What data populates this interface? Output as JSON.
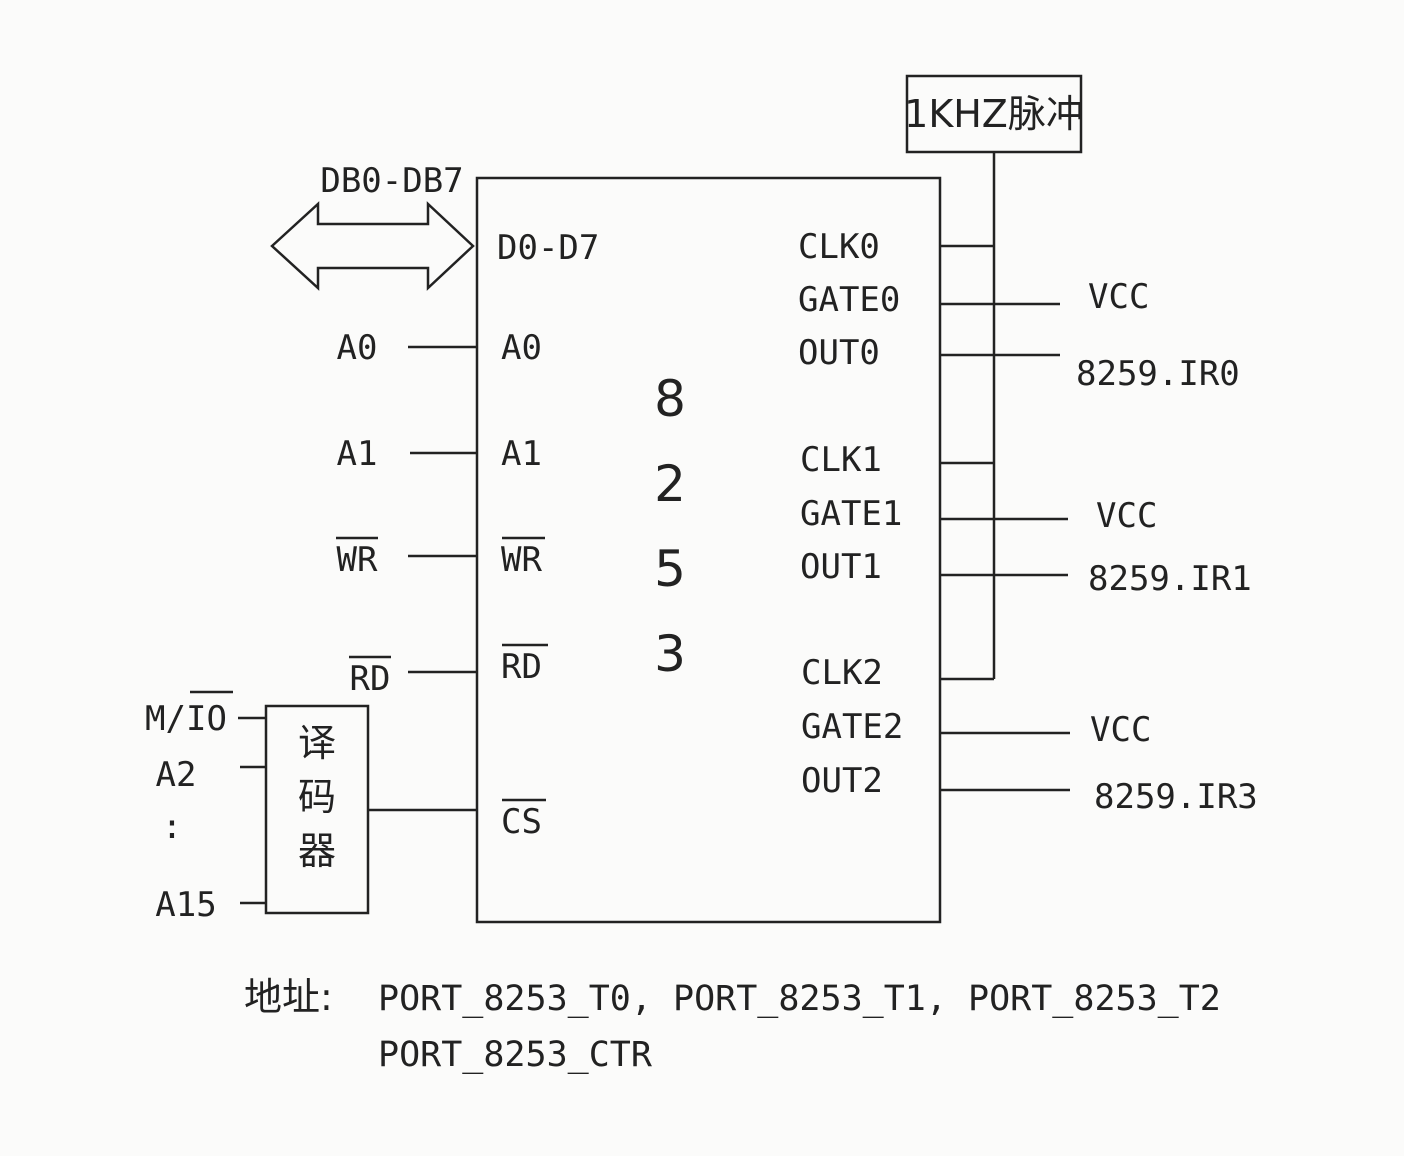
{
  "clock_source": "1KHZ脉冲",
  "data_bus": {
    "bus_label": "DB0-DB7",
    "pin_label": "D0-D7"
  },
  "chip": {
    "name_chars": [
      "8",
      "2",
      "5",
      "3"
    ],
    "left_pins": [
      "A0",
      "A1",
      "WR",
      "RD",
      "CS"
    ],
    "right_pins": [
      "CLK0",
      "GATE0",
      "OUT0",
      "CLK1",
      "GATE1",
      "OUT1",
      "CLK2",
      "GATE2",
      "OUT2"
    ]
  },
  "cpu_signals": [
    "A0",
    "A1",
    "WR",
    "RD"
  ],
  "decoder": {
    "chars": [
      "译",
      "码",
      "器"
    ],
    "inputs": [
      "M/IO",
      "A2",
      ":",
      "A15"
    ]
  },
  "connections": [
    "VCC",
    "8259.IR0",
    "VCC",
    "8259.IR1",
    "VCC",
    "8259.IR3"
  ],
  "address": {
    "label": "地址:",
    "line1": "PORT_8253_T0, PORT_8253_T1, PORT_8253_T2",
    "line2": "PORT_8253_CTR"
  }
}
